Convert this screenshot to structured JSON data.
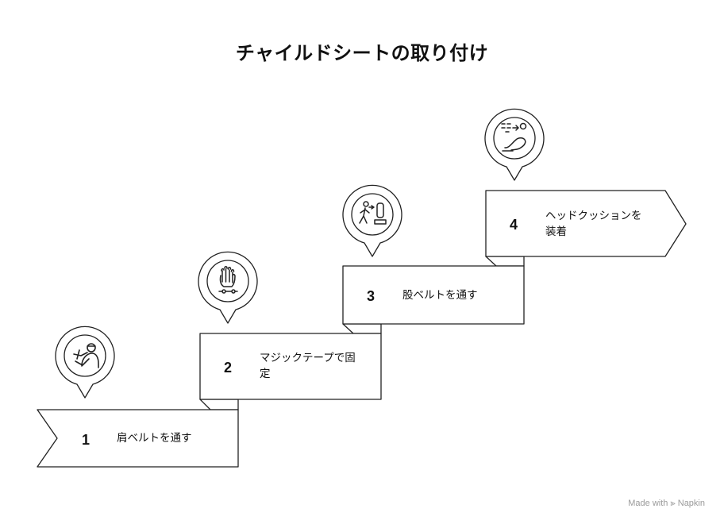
{
  "title": "チャイルドシートの取り付け",
  "steps": [
    {
      "number": "1",
      "label_lines": [
        "肩ベルトを通す"
      ],
      "icon": "person-belt-icon"
    },
    {
      "number": "2",
      "label_lines": [
        "マジックテープで固",
        "定"
      ],
      "icon": "hand-velcro-icon"
    },
    {
      "number": "3",
      "label_lines": [
        "股ベルトを通す"
      ],
      "icon": "person-seat-icon"
    },
    {
      "number": "4",
      "label_lines": [
        "ヘッドクッションを",
        "装着"
      ],
      "icon": "headrest-icon"
    }
  ],
  "footer": {
    "made_with": "Made with",
    "brand": "Napkin"
  }
}
